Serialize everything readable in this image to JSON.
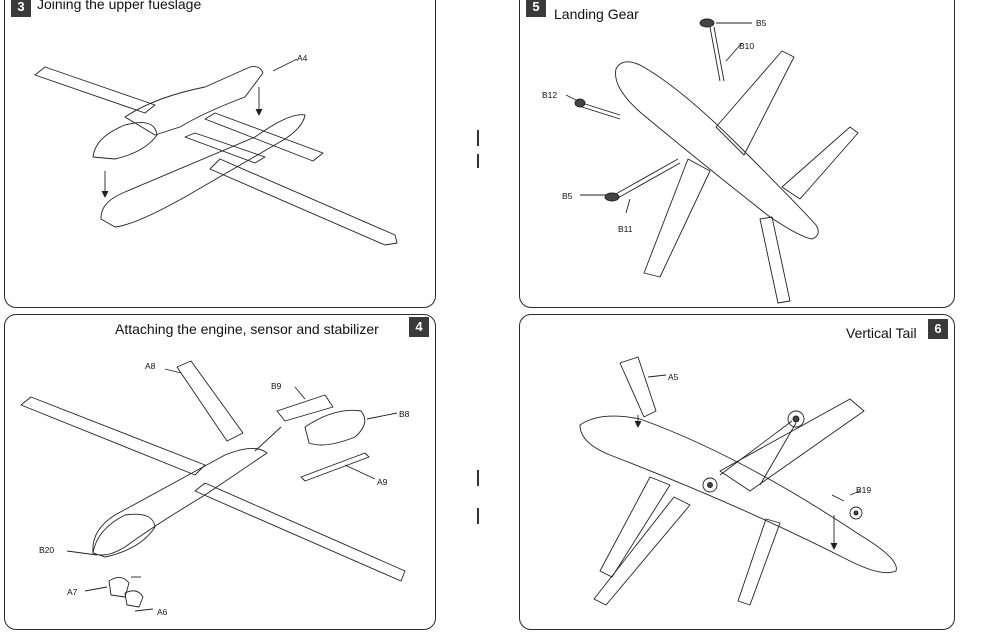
{
  "steps": [
    {
      "number": "3",
      "title": "Joining the upper fueslage",
      "labels": [
        "A4"
      ]
    },
    {
      "number": "5",
      "title": "Landing Gear",
      "labels": [
        "B5",
        "B10",
        "B12",
        "B5",
        "B11"
      ]
    },
    {
      "number": "4",
      "title": "Attaching the engine, sensor and stabilizer",
      "labels": [
        "A8",
        "B9",
        "B8",
        "A9",
        "B20",
        "A7",
        "A6"
      ]
    },
    {
      "number": "6",
      "title": "Vertical Tail",
      "labels": [
        "A5",
        "B19"
      ]
    }
  ]
}
